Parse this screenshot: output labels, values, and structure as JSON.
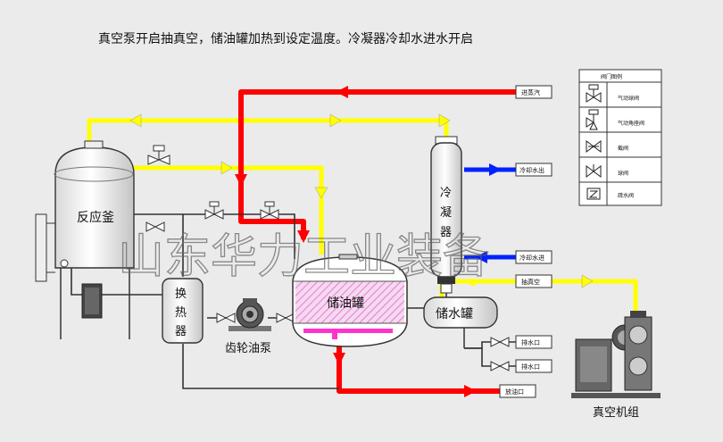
{
  "caption": "真空泵开启抽真空，储油罐加热到设定温度。冷凝器冷却水进水开启",
  "watermark": "山东华力工业装备",
  "equipment": {
    "reactor": "反应釜",
    "heat_exchanger": [
      "换",
      "热",
      "器"
    ],
    "gear_pump": "齿轮油泵",
    "oil_tank": "储油罐",
    "condenser": [
      "冷",
      "凝",
      "器"
    ],
    "water_tank": "储水罐",
    "vacuum_unit": "真空机组"
  },
  "port_labels": {
    "steam_in": "进蒸汽",
    "cooling_water_out": "冷却水出",
    "cooling_water_in": "冷却水进",
    "vacuum": "抽真空",
    "drain_1": "排水口",
    "drain_2": "排水口",
    "oil_drain": "放油口"
  },
  "legend": {
    "title": "阀门图例",
    "items": [
      {
        "label": "气动球阀",
        "icon": "pneumatic-ball-valve-icon"
      },
      {
        "label": "气动角座阀",
        "icon": "pneumatic-angle-valve-icon"
      },
      {
        "label": "截阀",
        "icon": "stop-valve-icon"
      },
      {
        "label": "球阀",
        "icon": "ball-valve-icon"
      },
      {
        "label": "疏水阀",
        "icon": "steam-trap-icon"
      }
    ]
  },
  "colors": {
    "steam": "#ff0000",
    "vacuum": "#ffff00",
    "cooling_water": "#0022ff",
    "oil_heating": "#ff33cc",
    "pipe": "#333333"
  }
}
